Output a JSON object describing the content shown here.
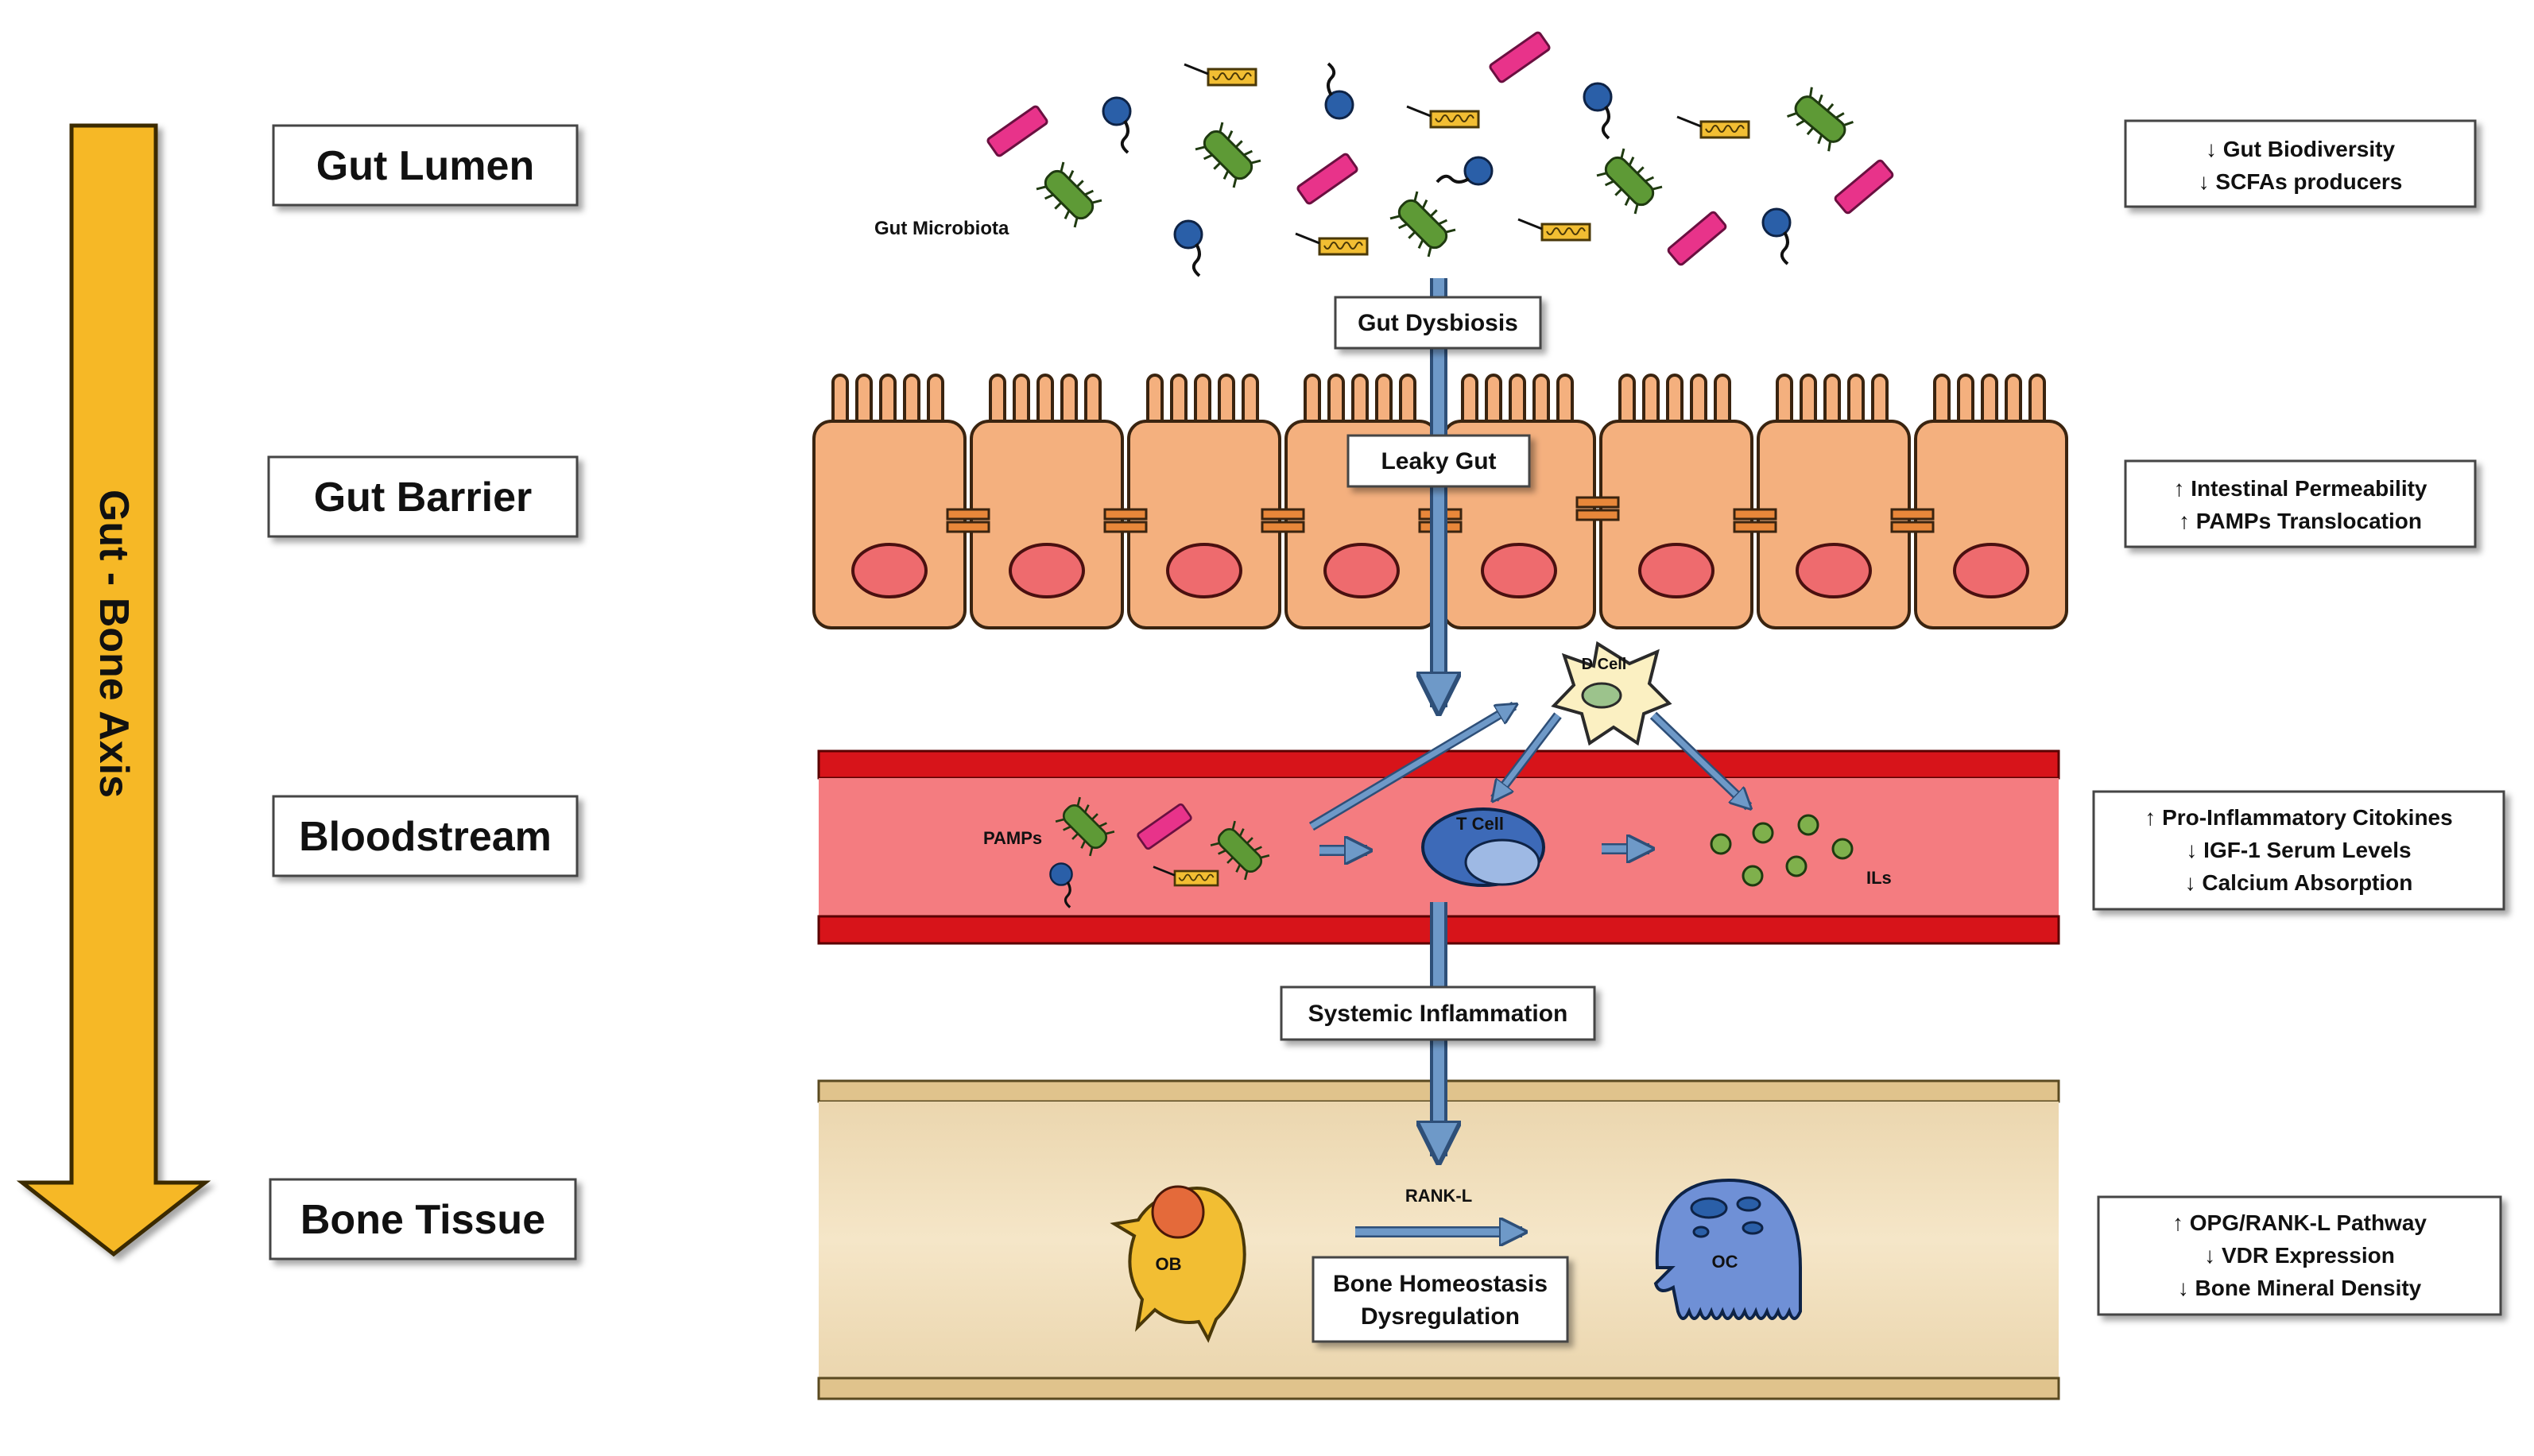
{
  "axis": {
    "label": "Gut - Bone Axis",
    "color": "#F6B825"
  },
  "layers": [
    {
      "id": "lumen",
      "label": "Gut Lumen"
    },
    {
      "id": "barrier",
      "label": "Gut Barrier"
    },
    {
      "id": "blood",
      "label": "Bloodstream"
    },
    {
      "id": "bone",
      "label": "Bone Tissue"
    }
  ],
  "lumen": {
    "microbiota_label": "Gut Microbiota"
  },
  "process_boxes": {
    "dysbiosis": "Gut Dysbiosis",
    "leaky": "Leaky Gut",
    "inflammation": "Systemic Inflammation",
    "bone_dysreg_line1": "Bone Homeostasis",
    "bone_dysreg_line2": "Dysregulation"
  },
  "blood_labels": {
    "pamps": "PAMPs",
    "tcell": "T Cell",
    "ils": "ILs",
    "dcell": "D Cell"
  },
  "bone_labels": {
    "rankl": "RANK-L",
    "ob": "OB",
    "oc": "OC"
  },
  "effects": {
    "lumen": [
      "↓ Gut Biodiversity",
      "↓ SCFAs producers"
    ],
    "barrier": [
      "↑ Intestinal Permeability",
      "↑ PAMPs Translocation"
    ],
    "blood": [
      "↑ Pro-Inflammatory Citokines",
      "↓ IGF-1 Serum Levels",
      "↓ Calcium Absorption"
    ],
    "bone": [
      "↑ OPG/RANK-L Pathway",
      "↓ VDR Expression",
      "↓ Bone Mineral Density"
    ]
  },
  "colors": {
    "cell": "#F4B07E",
    "nucleus": "#EE6B6E",
    "vessel_wall": "#D7141A",
    "vessel_inside": "#F47C80",
    "bone_fill": "#F2E2C1",
    "arrow": "#6E99C8",
    "green_microbe": "#5E9A36",
    "pink_microbe": "#E8338A",
    "blue_microbe": "#2A5FA8",
    "yellow_microbe": "#F2BE33"
  }
}
